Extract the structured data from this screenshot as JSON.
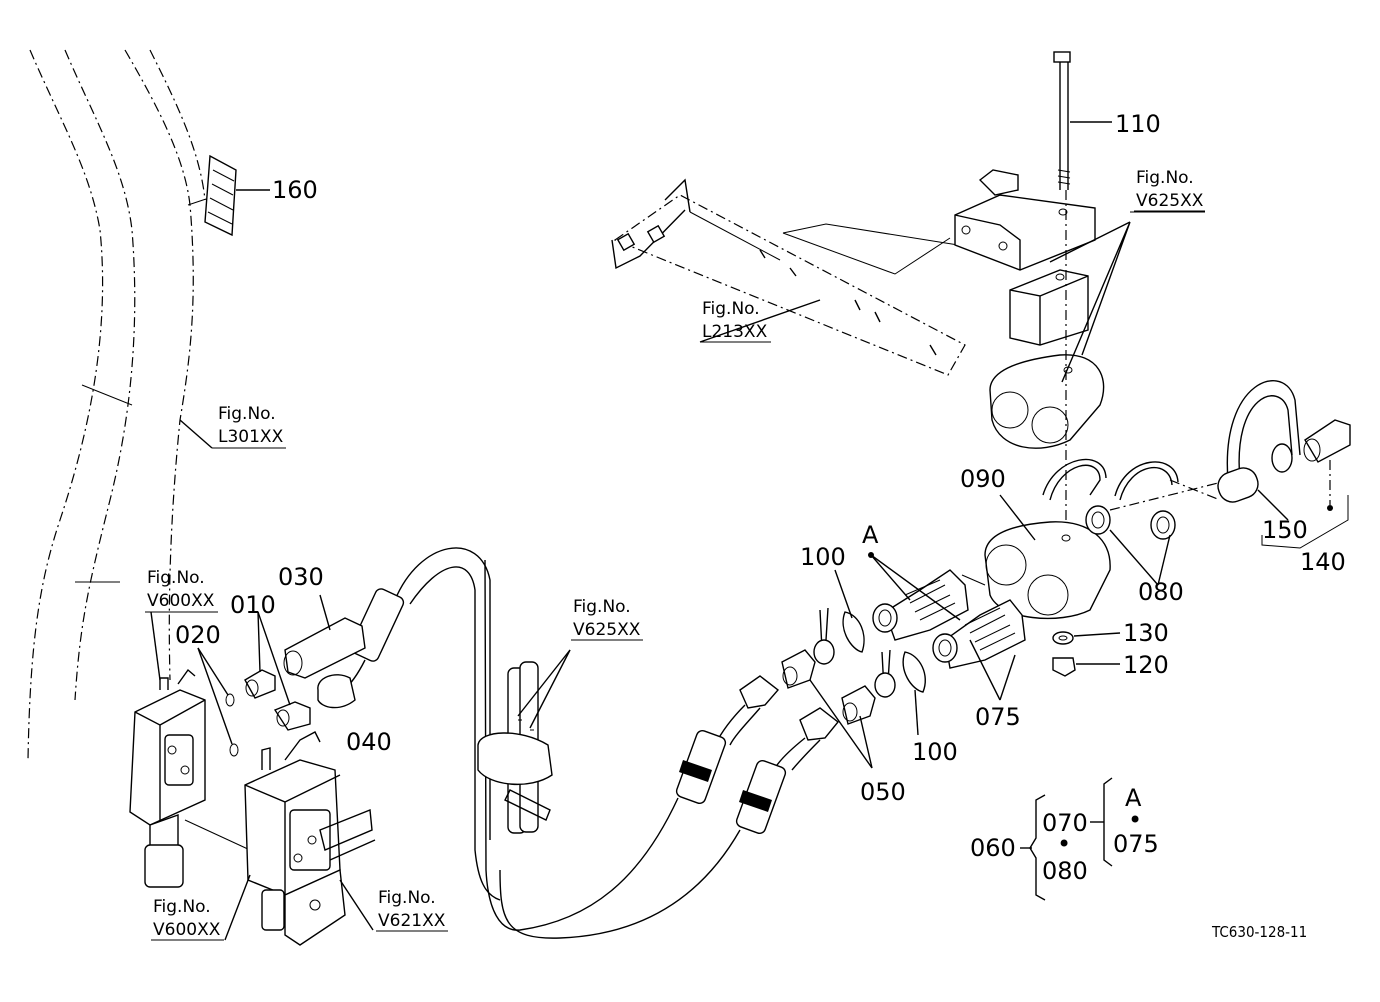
{
  "labels": {
    "p160": "160",
    "p110": "110",
    "p010": "010",
    "p020": "020",
    "p030": "030",
    "p040": "040",
    "p050": "050",
    "p075_a": "075",
    "p080_a": "080",
    "p090": "090",
    "p100_a": "100",
    "p100_b": "100",
    "p120": "120",
    "p130": "130",
    "p140": "140",
    "p150": "150",
    "pointA": "A"
  },
  "figrefs": {
    "v625_top": {
      "t": "Fig.No.",
      "n": "V625XX"
    },
    "l213": {
      "t": "Fig.No.",
      "n": "L213XX"
    },
    "l301": {
      "t": "Fig.No.",
      "n": "L301XX"
    },
    "v600_top": {
      "t": "Fig.No.",
      "n": "V600XX"
    },
    "v625_mid": {
      "t": "Fig.No.",
      "n": "V625XX"
    },
    "v600_bot": {
      "t": "Fig.No.",
      "n": "V600XX"
    },
    "v621": {
      "t": "Fig.No.",
      "n": "V621XX"
    }
  },
  "legend": {
    "p060": "060",
    "p070": "070",
    "p080": "080",
    "p075": "075",
    "A": "A",
    "dot1": "•",
    "dot2": "•"
  },
  "drawing_code": "TC630-128-11"
}
